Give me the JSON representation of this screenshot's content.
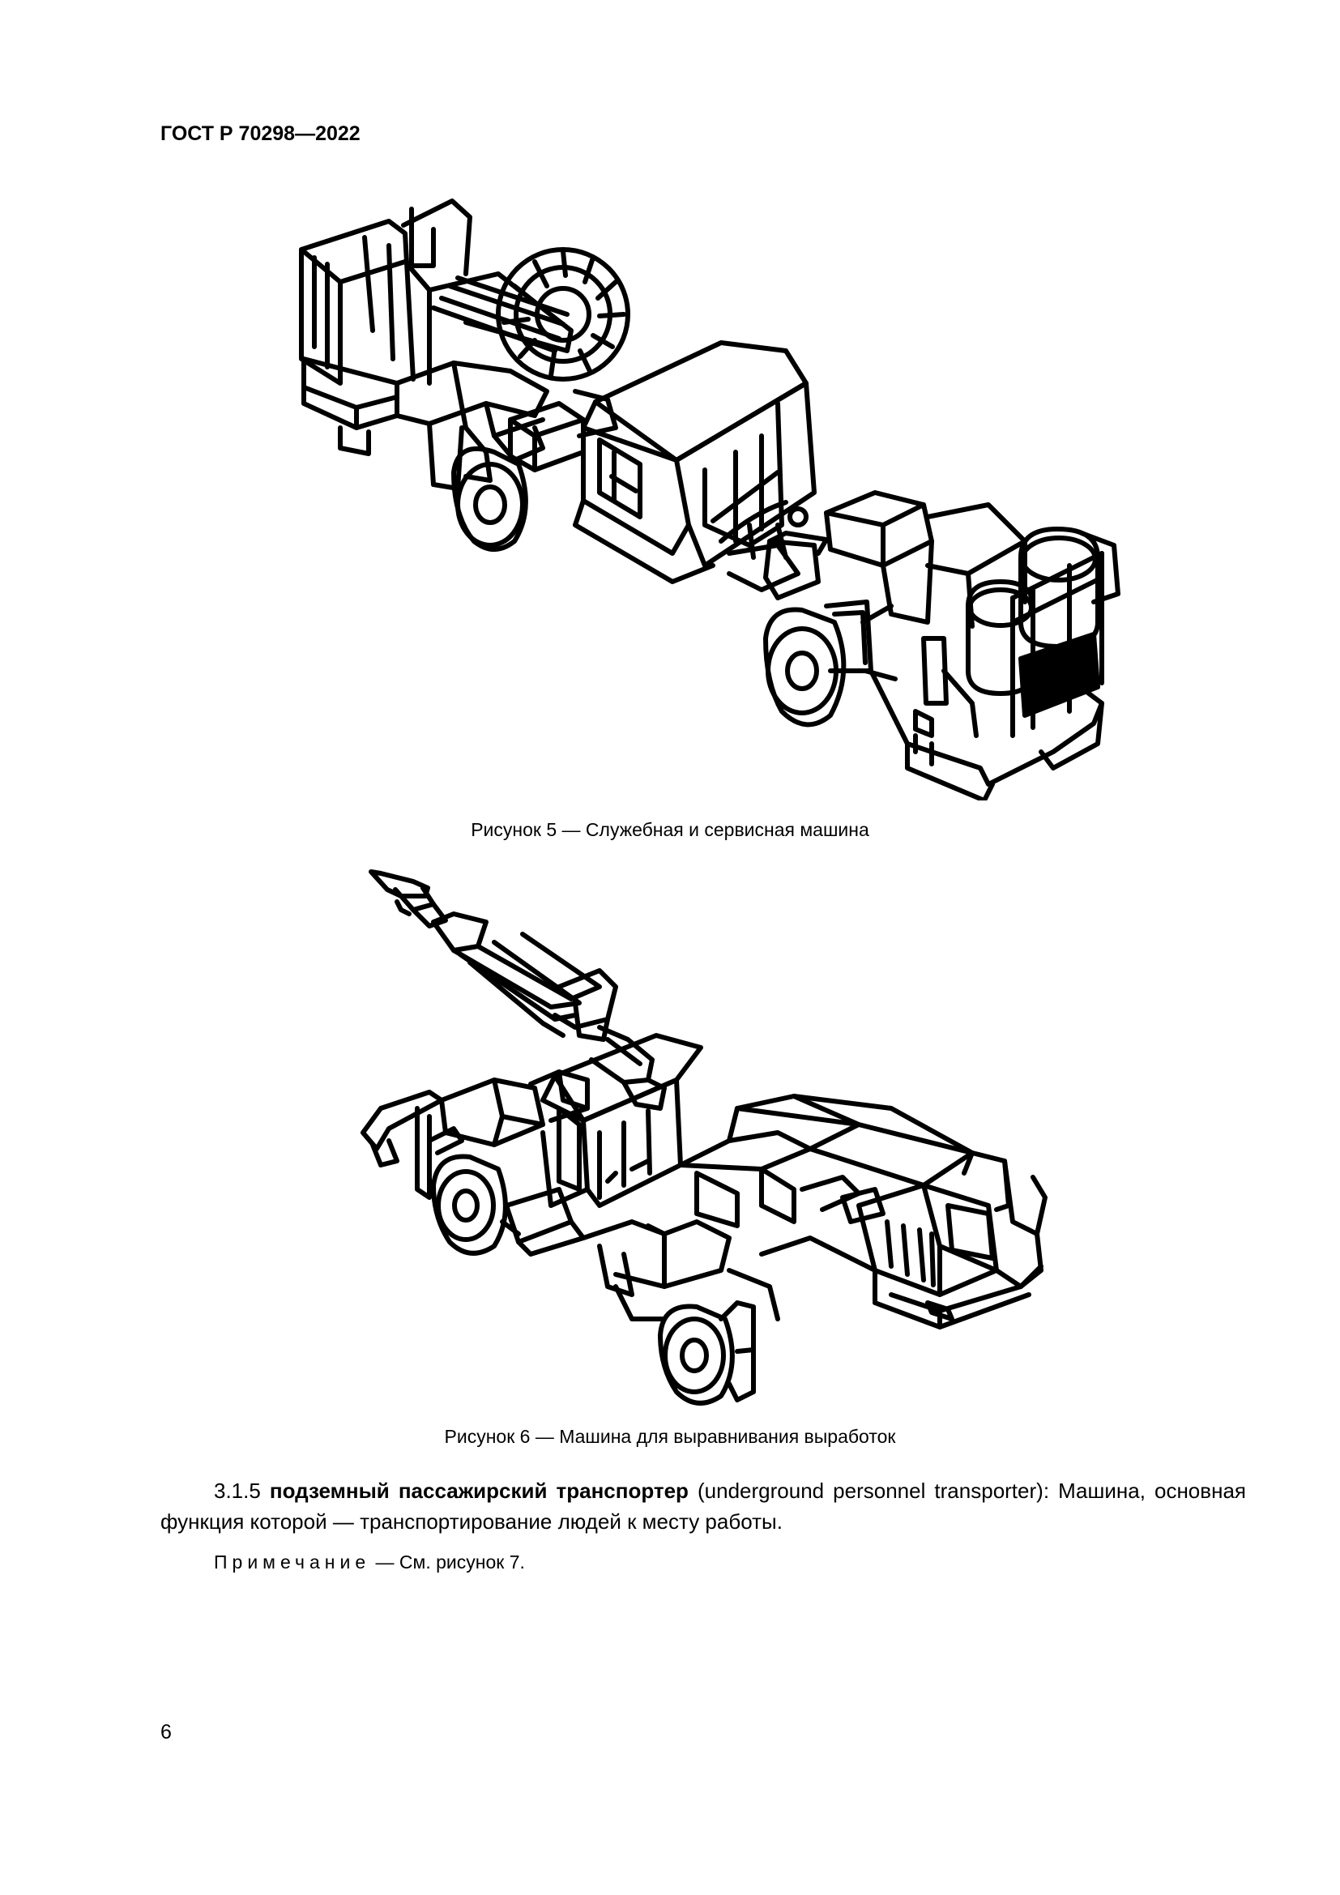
{
  "header": {
    "standard_code": "ГОСТ Р 70298—2022"
  },
  "figures": [
    {
      "caption": "Рисунок 5 — Служебная и сервисная машина"
    },
    {
      "caption": "Рисунок 6 — Машина для выравнивания выработок"
    }
  ],
  "definition": {
    "number": "3.1.5",
    "term": "подземный пассажирский транспортер",
    "english": "(underground personnel transporter)",
    "text": ": Машина, основная функция которой — транспортирование людей к месту работы."
  },
  "note": {
    "label": "Примечание",
    "text": " — См. рисунок 7."
  },
  "footer": {
    "page_number": "6"
  }
}
